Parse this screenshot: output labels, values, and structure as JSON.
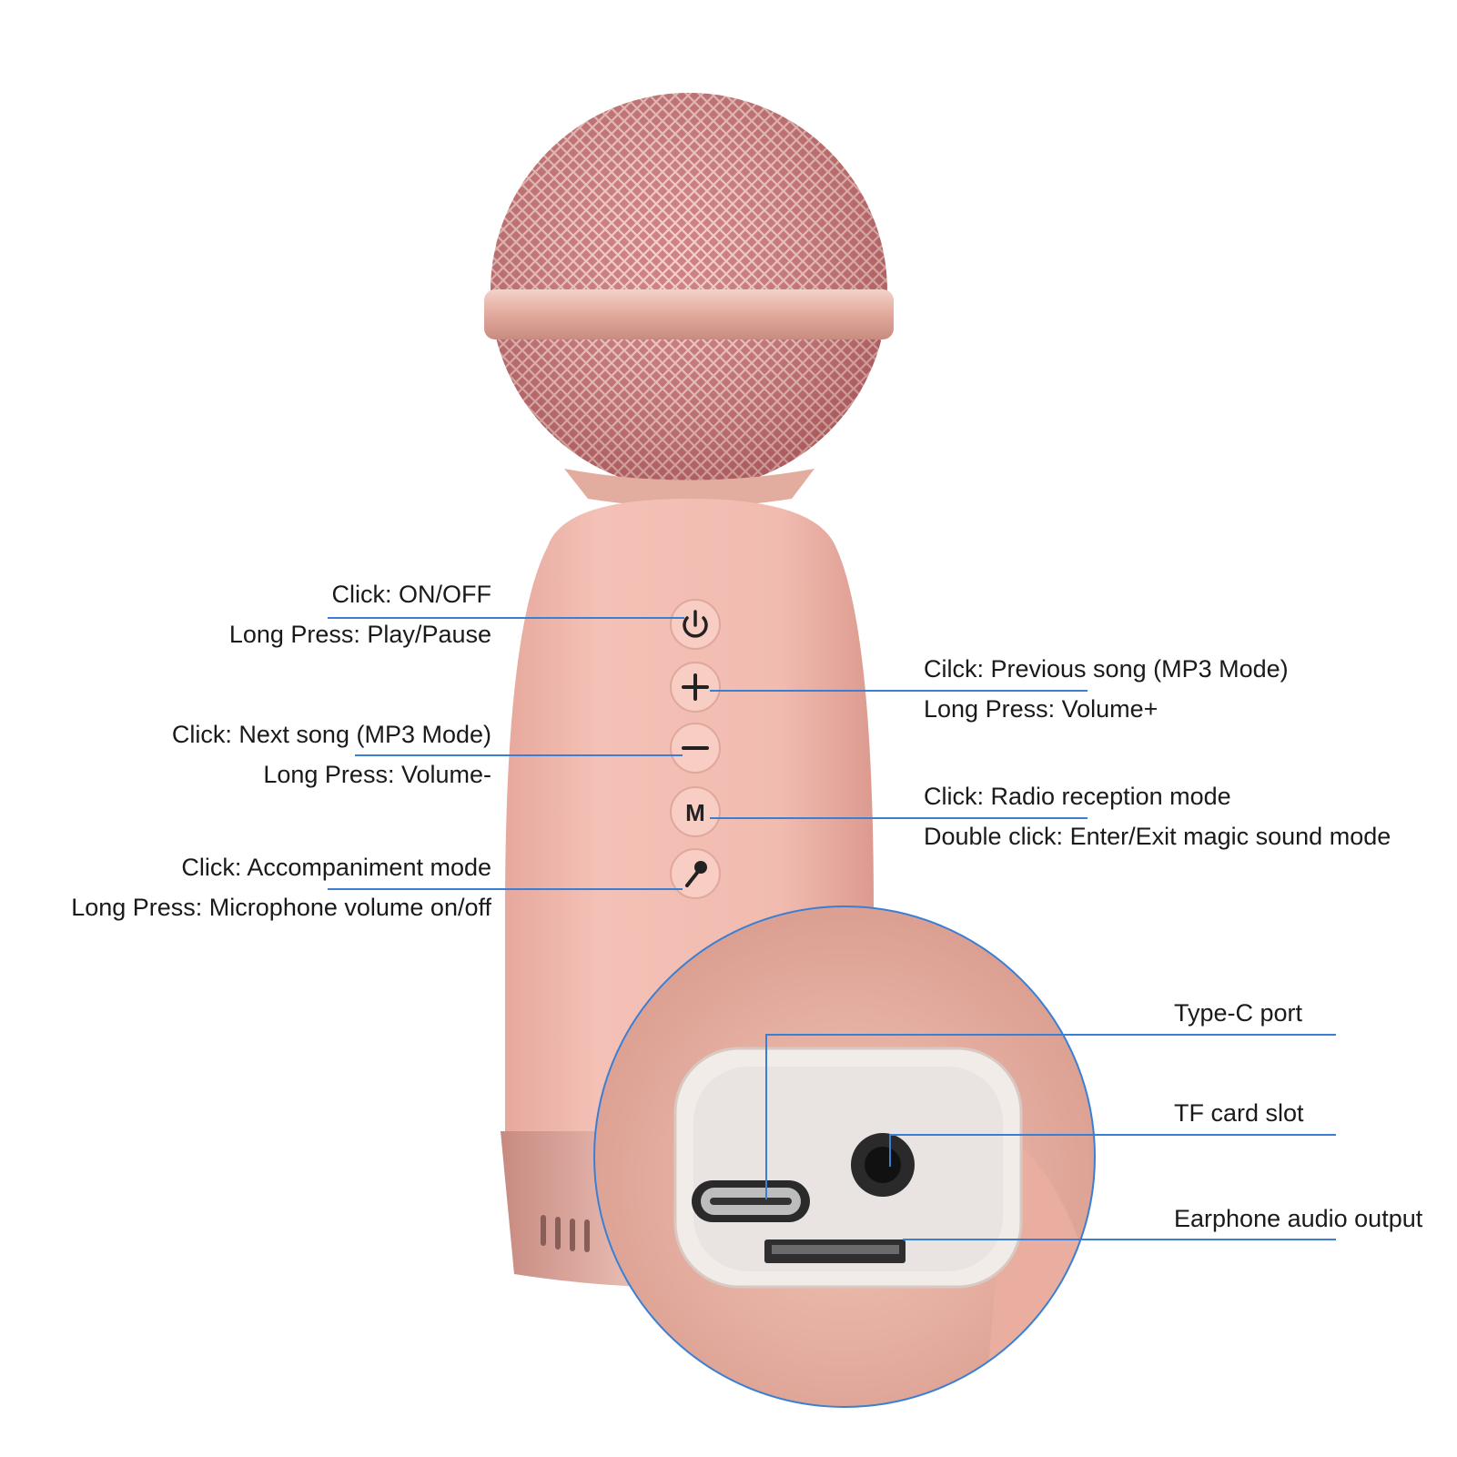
{
  "colors": {
    "leader": "#3a7fd4",
    "body": "#f0b7ac",
    "mesh": "#c86f72",
    "metal": "#e6b3a7",
    "background": "#ffffff"
  },
  "buttons": [
    {
      "name": "power-button",
      "icon": "power-icon"
    },
    {
      "name": "plus-button",
      "icon": "plus-icon"
    },
    {
      "name": "minus-button",
      "icon": "minus-icon"
    },
    {
      "name": "mode-button",
      "icon": "m-icon",
      "glyph": "M"
    },
    {
      "name": "mic-button",
      "icon": "mic-icon"
    }
  ],
  "callouts": {
    "power": {
      "line1": "Click: ON/OFF",
      "line2": "Long Press: Play/Pause"
    },
    "plus": {
      "line1": "Cilck: Previous song (MP3 Mode)",
      "line2": "Long Press: Volume+"
    },
    "minus": {
      "line1": "Click: Next song (MP3 Mode)",
      "line2": "Long Press: Volume-"
    },
    "mode": {
      "line1": "Click: Radio reception mode",
      "line2": "Double click: Enter/Exit magic sound mode"
    },
    "mic": {
      "line1": "Click: Accompaniment mode",
      "line2": "Long Press: Microphone volume on/off"
    }
  },
  "ports": {
    "type_c": "Type-C port",
    "tf_card": "TF card slot",
    "earphone": "Earphone audio output"
  }
}
